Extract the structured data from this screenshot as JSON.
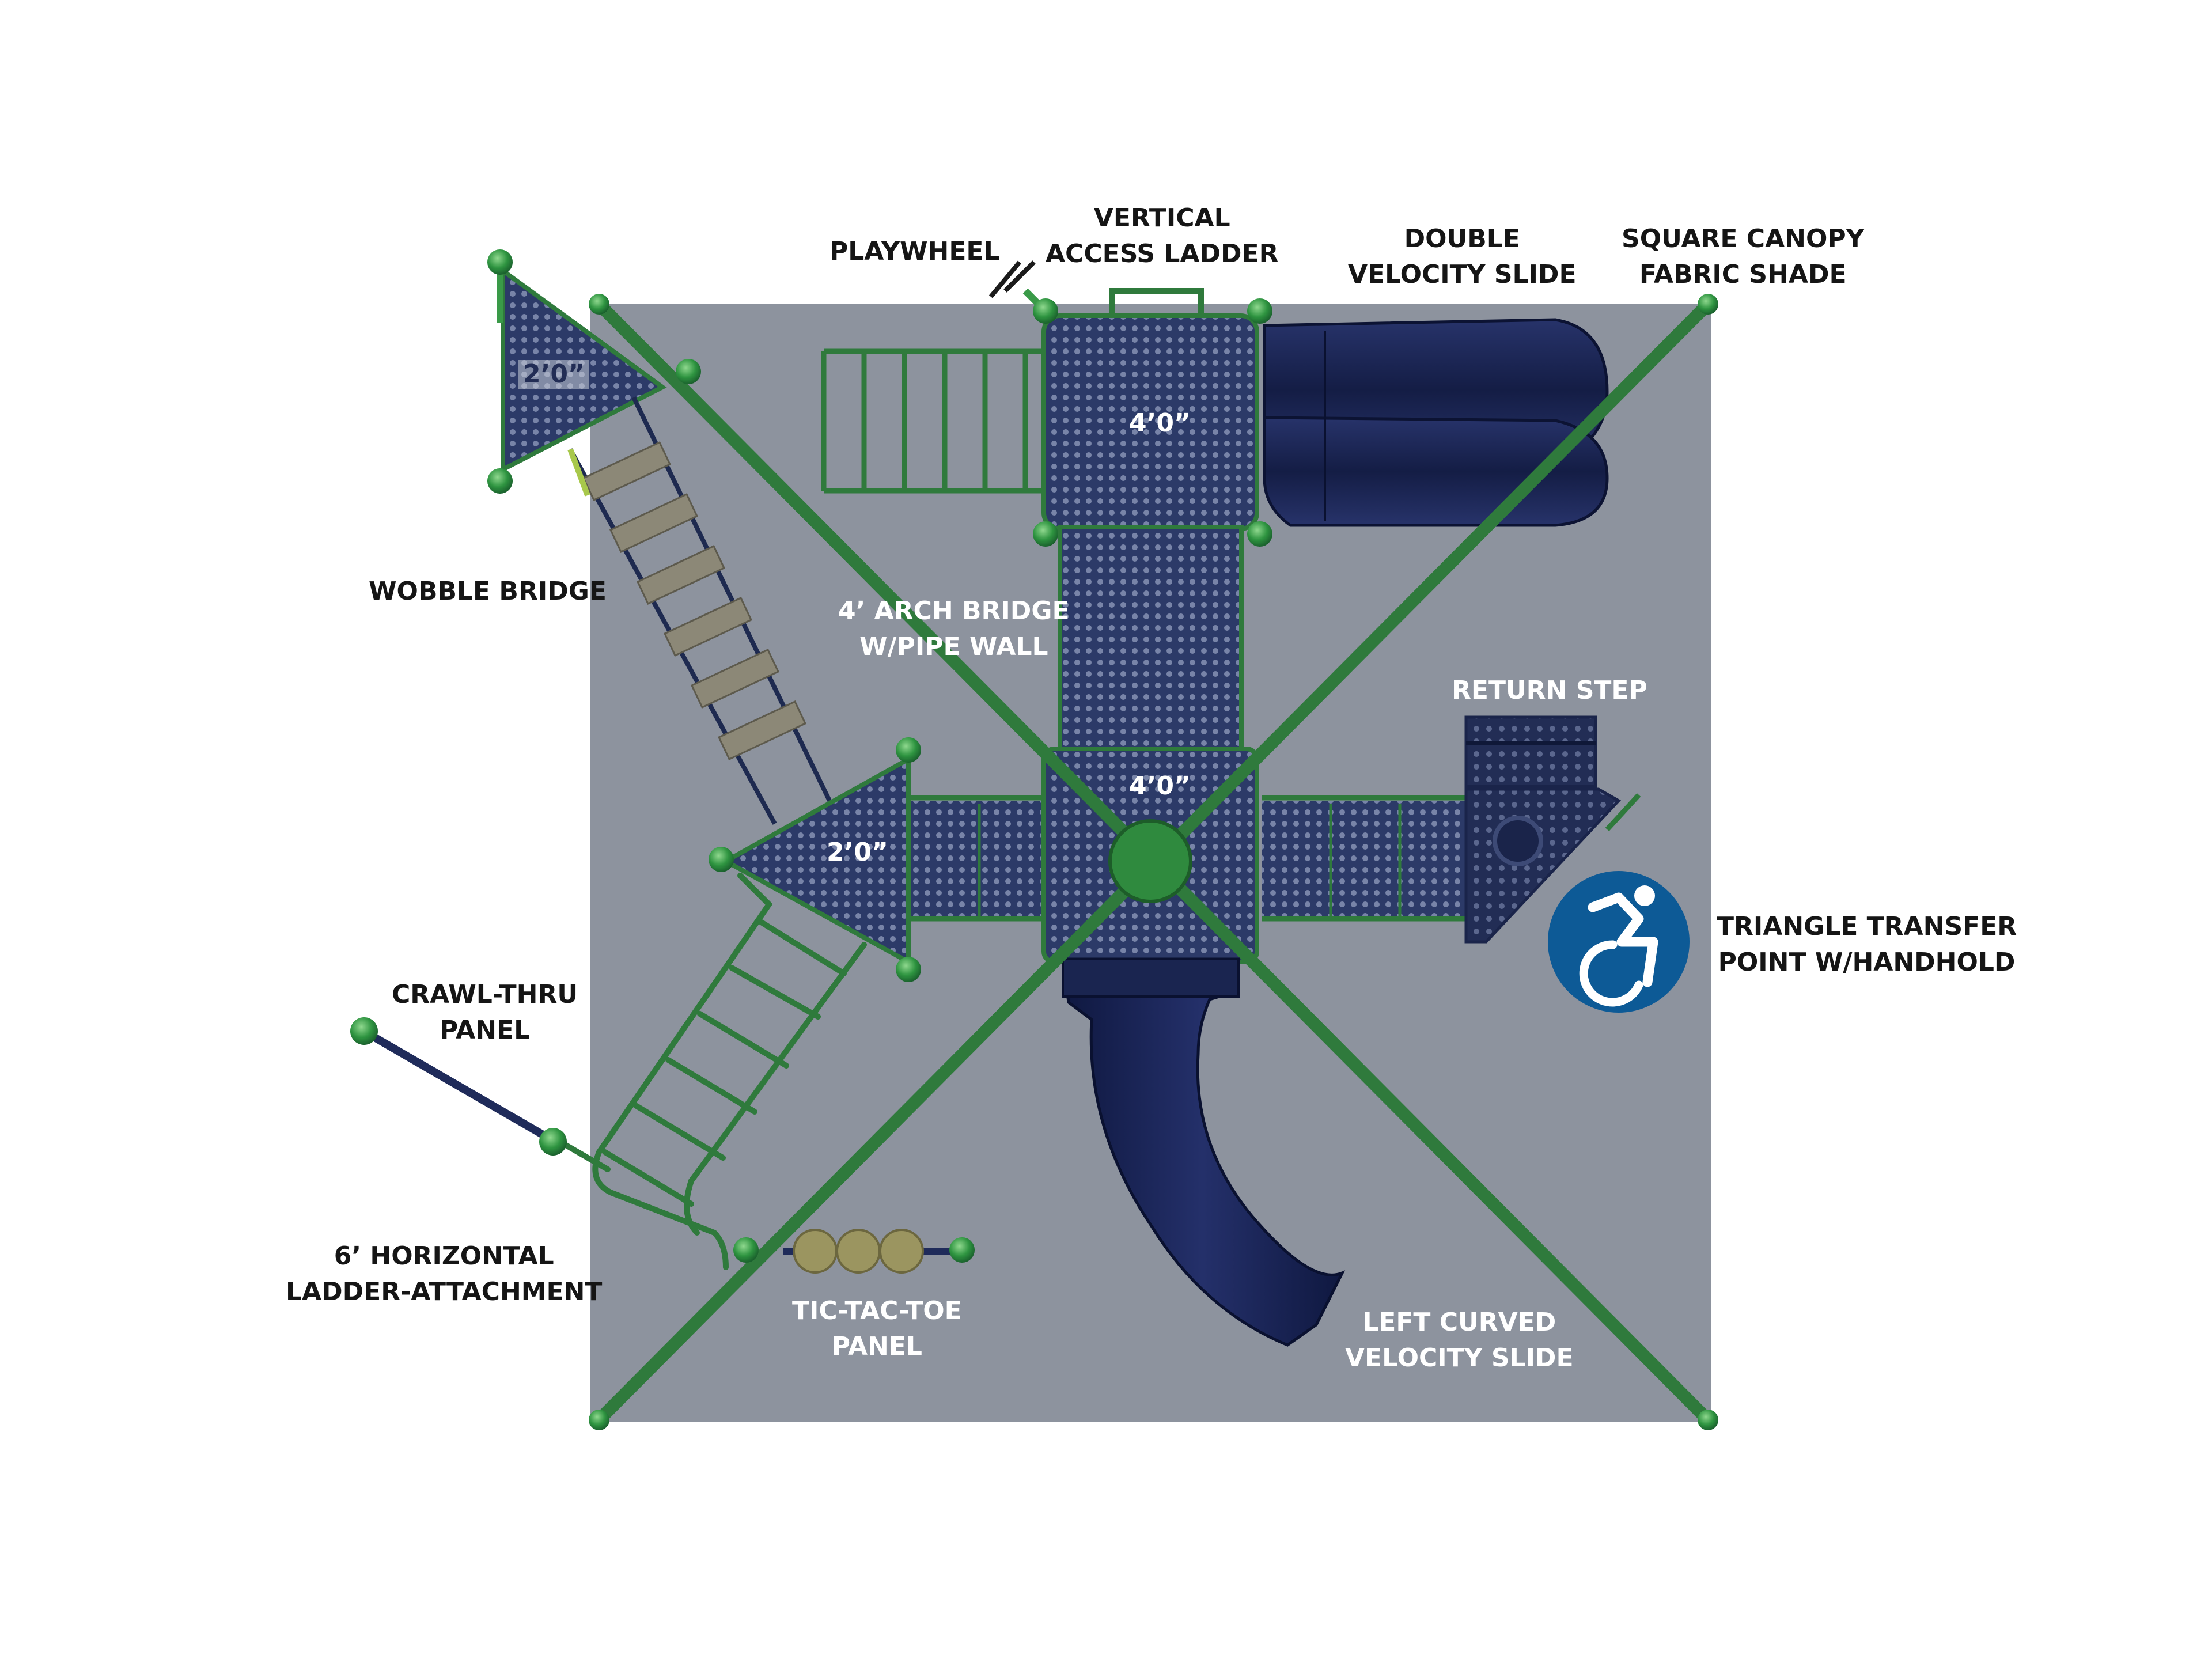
{
  "labels": {
    "playwheel": "PLAYWHEEL",
    "vertical_access_ladder": [
      "VERTICAL",
      "ACCESS LADDER"
    ],
    "double_velocity_slide": [
      "DOUBLE",
      "VELOCITY SLIDE"
    ],
    "square_canopy": [
      "SQUARE CANOPY",
      "FABRIC SHADE"
    ],
    "wobble_bridge": "WOBBLE BRIDGE",
    "arch_bridge": [
      "4’ ARCH BRIDGE",
      "W/PIPE WALL"
    ],
    "return_step": "RETURN STEP",
    "triangle_transfer": [
      "TRIANGLE TRANSFER",
      "POINT W/HANDHOLD"
    ],
    "crawl_thru": [
      "CRAWL-THRU",
      "PANEL"
    ],
    "horizontal_ladder": [
      "6’ HORIZONTAL",
      "LADDER-ATTACHMENT"
    ],
    "tic_tac_toe": [
      "TIC-TAC-TOE",
      "PANEL"
    ],
    "left_curved_slide": [
      "LEFT CURVED",
      "VELOCITY SLIDE"
    ]
  },
  "dimensions": {
    "top_deck": "4’0”",
    "center_deck": "4’0”",
    "left_triangle_deck": "2’0”",
    "upper_triangle_deck": "2’0”"
  },
  "colors": {
    "canopy": "#8d939e",
    "frame_green": "#2f7a3c",
    "post_green": "#3a9a48",
    "deck_navy": "#2a3866",
    "slide_navy": "#1a2550",
    "accessibility_blue": "#0d5a96"
  },
  "icons": {
    "accessibility": "accessibility-wheelchair-icon"
  }
}
